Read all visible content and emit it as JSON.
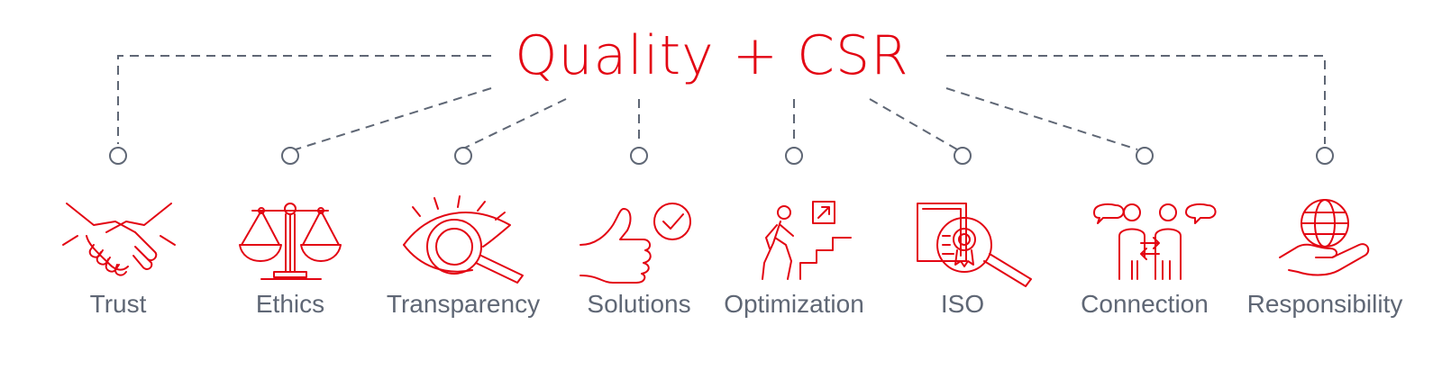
{
  "title": "Quality + CSR",
  "colors": {
    "accent": "#e30613",
    "text": "#5f6775",
    "connector": "#5f6775"
  },
  "items": [
    {
      "label": "Trust",
      "icon": "handshake-icon"
    },
    {
      "label": "Ethics",
      "icon": "scales-icon"
    },
    {
      "label": "Transparency",
      "icon": "eye-magnifier-icon"
    },
    {
      "label": "Solutions",
      "icon": "thumbs-up-check-icon"
    },
    {
      "label": "Optimization",
      "icon": "stairs-climb-icon"
    },
    {
      "label": "ISO",
      "icon": "certificate-magnifier-icon"
    },
    {
      "label": "Connection",
      "icon": "people-exchange-icon"
    },
    {
      "label": "Responsibility",
      "icon": "globe-hand-icon"
    }
  ]
}
